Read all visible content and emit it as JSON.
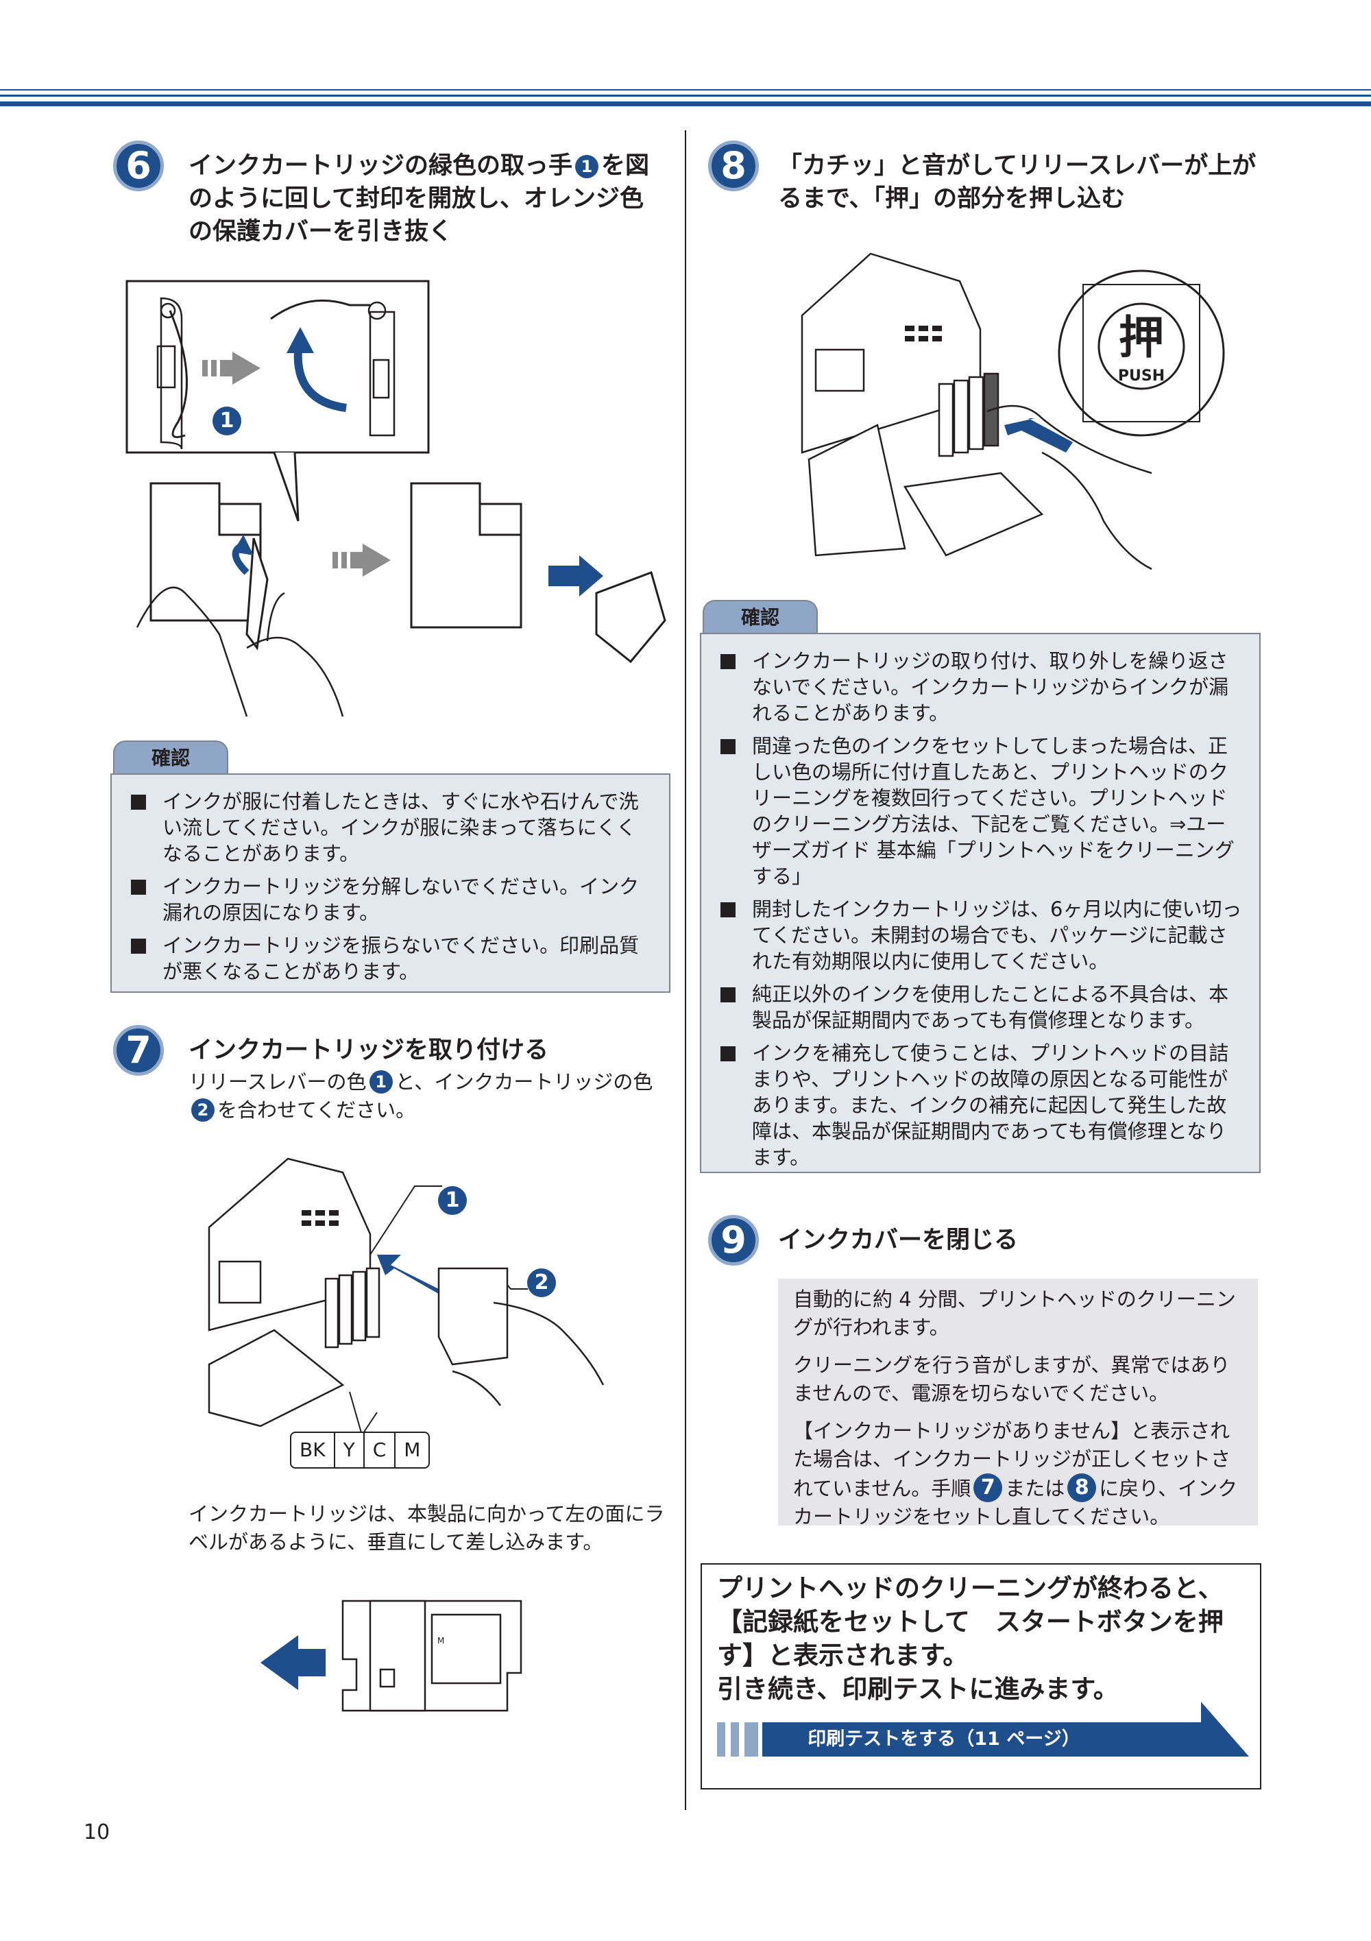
{
  "page_number": "10",
  "step6": {
    "num": "6",
    "title_a": "インクカートリッジの緑色の取っ手",
    "callout": "1",
    "title_b": "を図のように回して封印を開放し、オレンジ色の保護カバーを引き抜く",
    "illus_callout": "1"
  },
  "confirm1": {
    "tab": "確認",
    "items": [
      "インクが服に付着したときは、すぐに水や石けんで洗い流してください。インクが服に染まって落ちにくくなることがあります。",
      "インクカートリッジを分解しないでください。インク漏れの原因になります。",
      "インクカートリッジを振らないでください。印刷品質が悪くなることがあります。"
    ]
  },
  "step7": {
    "num": "7",
    "title": "インクカートリッジを取り付ける",
    "desc_a": "リリースレバーの色",
    "c1": "1",
    "desc_b": "と、インクカートリッジの色",
    "c2": "2",
    "desc_c": "を合わせてください。",
    "illus_c1": "1",
    "illus_c2": "2",
    "color_labels": [
      "BK",
      "Y",
      "C",
      "M"
    ],
    "note": "インクカートリッジは、本製品に向かって左の面にラベルがあるように、垂直にして差し込みます。",
    "cart_label": "M"
  },
  "step8": {
    "num": "8",
    "title": "「カチッ」と音がしてリリースレバーが上がるまで、「押」の部分を押し込む",
    "push_kanji": "押",
    "push_text": "PUSH"
  },
  "confirm2": {
    "tab": "確認",
    "items": [
      "インクカートリッジの取り付け、取り外しを繰り返さないでください。インクカートリッジからインクが漏れることがあります。",
      "間違った色のインクをセットしてしまった場合は、正しい色の場所に付け直したあと、プリントヘッドのクリーニングを複数回行ってください。プリントヘッドのクリーニング方法は、下記をご覧ください。⇒ユーザーズガイド 基本編「プリントヘッドをクリーニングする」",
      "開封したインクカートリッジは、6ヶ月以内に使い切ってください。未開封の場合でも、パッケージに記載された有効期限以内に使用してください。",
      "純正以外のインクを使用したことによる不具合は、本製品が保証期間内であっても有償修理となります。",
      "インクを補充して使うことは、プリントヘッドの目詰まりや、プリントヘッドの故障の原因となる可能性があります。また、インクの補充に起因して発生した故障は、本製品が保証期間内であっても有償修理となります。"
    ]
  },
  "step9": {
    "num": "9",
    "title": "インクカバーを閉じる",
    "p1": "自動的に約 4 分間、プリントヘッドのクリーニングが行われます。",
    "p2": "クリーニングを行う音がしますが、異常ではありませんので、電源を切らないでください。",
    "p3_a": "【インクカートリッジがありません】と表示された場合は、インクカートリッジが正しくセットされていません。手順",
    "p3_s1": "7",
    "p3_b": "または",
    "p3_s2": "8",
    "p3_c": "に戻り、インクカートリッジをセットし直してください。"
  },
  "final_box": {
    "line1": "プリントヘッドのクリーニングが終わると、",
    "line2": "【記録紙をセットして　スタートボタンを押",
    "line3": "す】と表示されます。",
    "line4": "引き続き、印刷テストに進みます。",
    "arrow_label": "印刷テストをする（11 ページ）"
  },
  "colors": {
    "accent": "#1f4e8c",
    "box_bg": "#e3e8ef",
    "tab_bg": "#8fa6c6"
  }
}
